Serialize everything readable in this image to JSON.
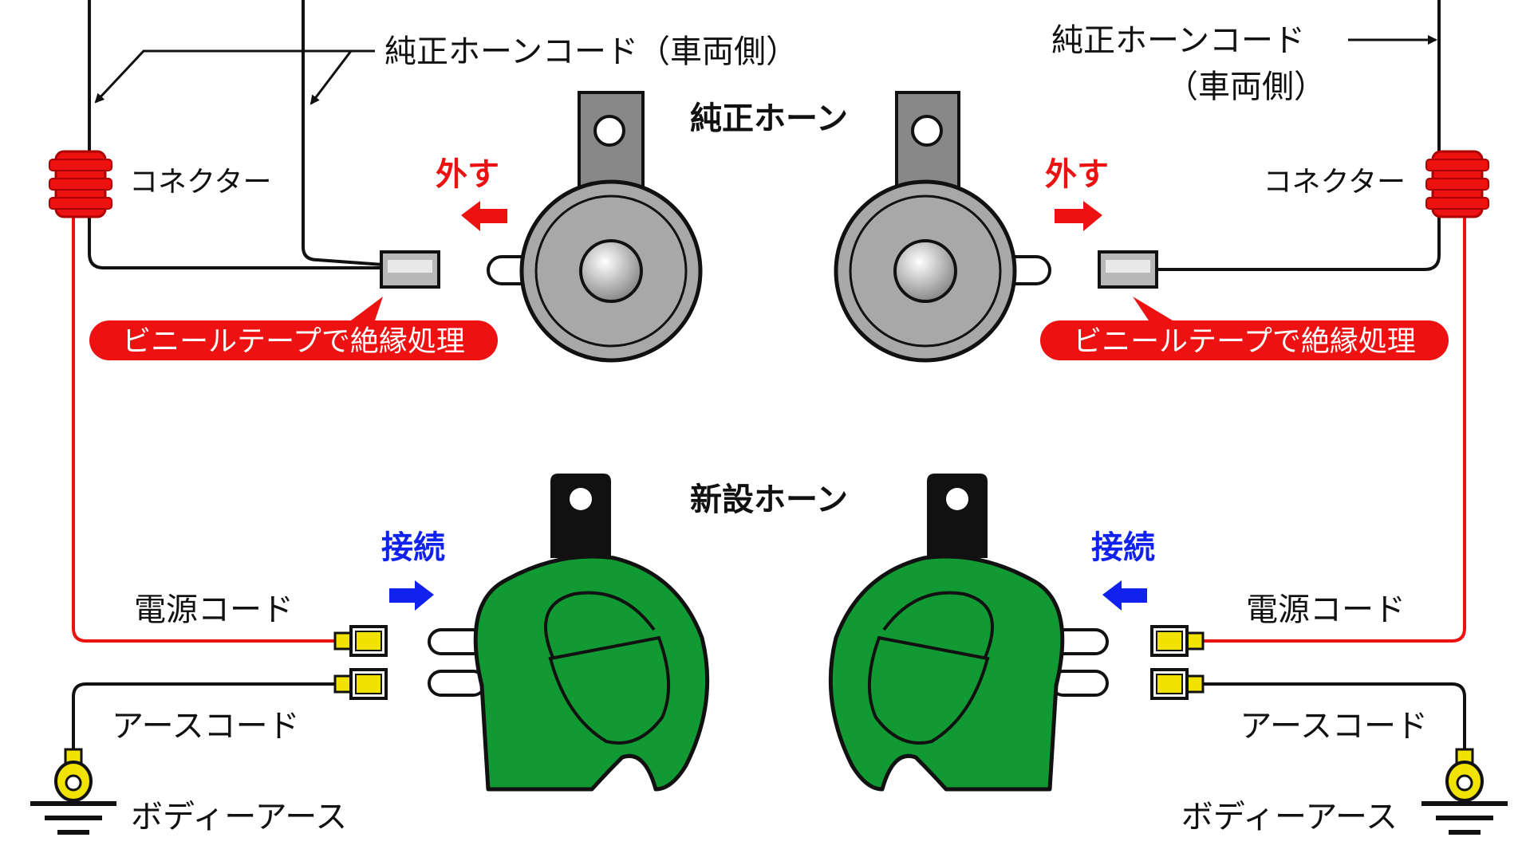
{
  "labels": {
    "stock_horn_cord_left": "純正ホーンコード（車両側）",
    "stock_horn_cord_right_line1": "純正ホーンコード",
    "stock_horn_cord_right_line2": "（車両側）",
    "connector": "コネクター",
    "stock_horn": "純正ホーン",
    "remove": "外す",
    "vinyl_tape": "ビニールテープで絶縁処理",
    "new_horn": "新設ホーン",
    "connect": "接続",
    "power_cord": "電源コード",
    "earth_cord": "アースコード",
    "body_earth": "ボディーアース"
  },
  "colors": {
    "red_accent": "#ee1111",
    "blue_accent": "#1122ee",
    "horn_green": "#119933",
    "horn_gray": "#a8a8a8",
    "terminal_yellow": "#f2e200",
    "wire_black": "#111111"
  }
}
